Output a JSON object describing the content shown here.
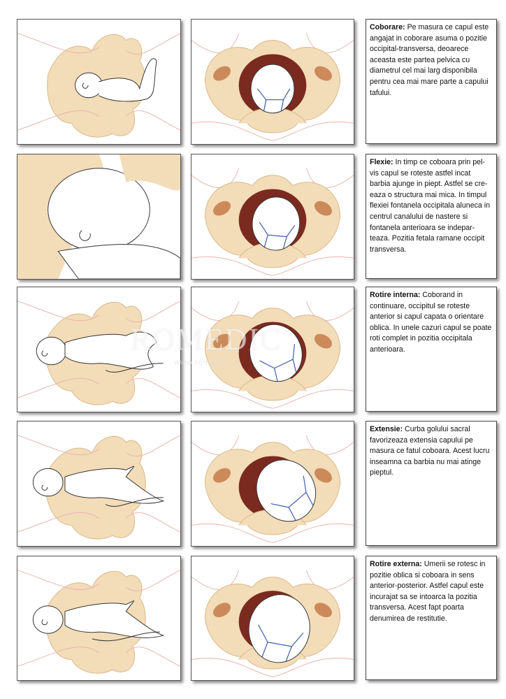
{
  "steps": [
    {
      "title": "Coborare:",
      "text": " Pe masura ce capul este angajat in coborare asuma o pozitie occipital-transversa, deoarece aceasta este partea pelvica cu diametrul cel mai larg disponibila pentru cea mai mare parte a capului tafului."
    },
    {
      "title": "Flexie:",
      "text": " In timp ce coboara prin pel-vis capul se roteste astfel incat barbia ajunge in piept. Astfel se cre-eaza o structura mai mica. In timpul flexiei fontanela occipitala aluneca in centrul canalului de nastere si fontanela anterioara se indepar-teaza. Pozitia fetala ramane occipit transversa."
    },
    {
      "title": "Rotire interna:",
      "text": " Coborand in continuare, occipitul se roteste anterior si capul capata o orientare oblica. In unele cazuri capul se poate roti complet in pozitia occipitala anterioara."
    },
    {
      "title": "Extensie:",
      "text": "  Curba golului sacral favorizeaza extensia capului pe masura ce fatul coboara. Acest lucru inseamna ca barbia nu mai atinge pieptul."
    },
    {
      "title": "Rotire externa:",
      "text": "  Umerii se rotesc in pozitie oblica si coboara in sens anterior-posterior. Astfel capul este incurajat sa se intoarca la pozitia transversa. Acest fapt poarta denumirea de restitutie."
    }
  ],
  "watermark": {
    "brand": "ROMEDIC",
    "url": "www.romedic.ro"
  },
  "colors": {
    "bone": "#f3dcb8",
    "bone_edge": "#d9b98a",
    "cavity": "#7b2a1f",
    "spot": "#cc8a5a",
    "suture": "#3a58a8",
    "skin_line": "#e8b4b0"
  }
}
